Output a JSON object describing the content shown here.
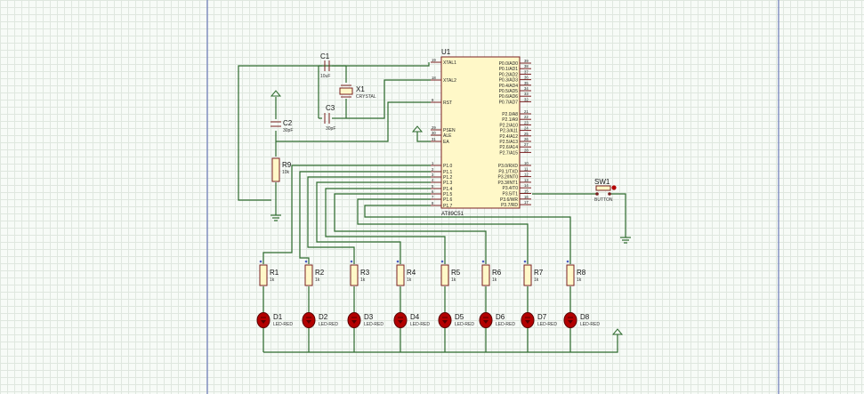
{
  "microcontroller": {
    "ref": "U1",
    "part": "AT89C51",
    "left_pins": [
      {
        "num": "19",
        "name": "XTAL1"
      },
      {
        "num": "18",
        "name": "XTAL2"
      },
      {
        "num": "9",
        "name": "RST"
      },
      {
        "num": "29",
        "name": "PSEN"
      },
      {
        "num": "30",
        "name": "ALE"
      },
      {
        "num": "31",
        "name": "EA"
      },
      {
        "num": "1",
        "name": "P1.0"
      },
      {
        "num": "2",
        "name": "P1.1"
      },
      {
        "num": "3",
        "name": "P1.2"
      },
      {
        "num": "4",
        "name": "P1.3"
      },
      {
        "num": "5",
        "name": "P1.4"
      },
      {
        "num": "6",
        "name": "P1.5"
      },
      {
        "num": "7",
        "name": "P1.6"
      },
      {
        "num": "8",
        "name": "P1.7"
      }
    ],
    "right_pins": [
      {
        "num": "39",
        "name": "P0.0/AD0"
      },
      {
        "num": "38",
        "name": "P0.1/AD1"
      },
      {
        "num": "37",
        "name": "P0.2/AD2"
      },
      {
        "num": "36",
        "name": "P0.3/AD3"
      },
      {
        "num": "35",
        "name": "P0.4/AD4"
      },
      {
        "num": "34",
        "name": "P0.5/AD5"
      },
      {
        "num": "33",
        "name": "P0.6/AD6"
      },
      {
        "num": "32",
        "name": "P0.7/AD7"
      },
      {
        "num": "21",
        "name": "P2.0/A8"
      },
      {
        "num": "22",
        "name": "P2.1/A9"
      },
      {
        "num": "23",
        "name": "P2.2/A10"
      },
      {
        "num": "24",
        "name": "P2.3/A11"
      },
      {
        "num": "25",
        "name": "P2.4/A12"
      },
      {
        "num": "26",
        "name": "P2.5/A13"
      },
      {
        "num": "27",
        "name": "P2.6/A14"
      },
      {
        "num": "28",
        "name": "P2.7/A15"
      },
      {
        "num": "10",
        "name": "P3.0/RXD"
      },
      {
        "num": "11",
        "name": "P3.1/TXD"
      },
      {
        "num": "12",
        "name": "P3.2/INT0"
      },
      {
        "num": "13",
        "name": "P3.3/INT1"
      },
      {
        "num": "14",
        "name": "P3.4/T0"
      },
      {
        "num": "15",
        "name": "P3.5/T1"
      },
      {
        "num": "16",
        "name": "P3.6/WR"
      },
      {
        "num": "17",
        "name": "P3.7/RD"
      }
    ]
  },
  "capacitors": [
    {
      "ref": "C1",
      "value": "10uF"
    },
    {
      "ref": "C2",
      "value": "30pF"
    },
    {
      "ref": "C3",
      "value": "30pF"
    }
  ],
  "crystal": {
    "ref": "X1",
    "value": "CRYSTAL"
  },
  "reset_resistor": {
    "ref": "R9",
    "value": "10k"
  },
  "button": {
    "ref": "SW1",
    "value": "BUTTON"
  },
  "resistors": [
    {
      "ref": "R1",
      "value": "1k"
    },
    {
      "ref": "R2",
      "value": "1k"
    },
    {
      "ref": "R3",
      "value": "1k"
    },
    {
      "ref": "R4",
      "value": "1k"
    },
    {
      "ref": "R5",
      "value": "1k"
    },
    {
      "ref": "R6",
      "value": "1k"
    },
    {
      "ref": "R7",
      "value": "1k"
    },
    {
      "ref": "R8",
      "value": "1k"
    }
  ],
  "leds": [
    {
      "ref": "D1",
      "value": "LED-RED"
    },
    {
      "ref": "D2",
      "value": "LED-RED"
    },
    {
      "ref": "D3",
      "value": "LED-RED"
    },
    {
      "ref": "D4",
      "value": "LED-RED"
    },
    {
      "ref": "D5",
      "value": "LED-RED"
    },
    {
      "ref": "D6",
      "value": "LED-RED"
    },
    {
      "ref": "D7",
      "value": "LED-RED"
    },
    {
      "ref": "D8",
      "value": "LED-RED"
    }
  ],
  "colors": {
    "wire": "#2d6a2d",
    "chip_fill": "#fff8c8",
    "chip_border": "#7a1f1f",
    "led_fill": "#b30000",
    "resistor_fill": "#fff8c8",
    "border_line": "#6a78b8"
  }
}
